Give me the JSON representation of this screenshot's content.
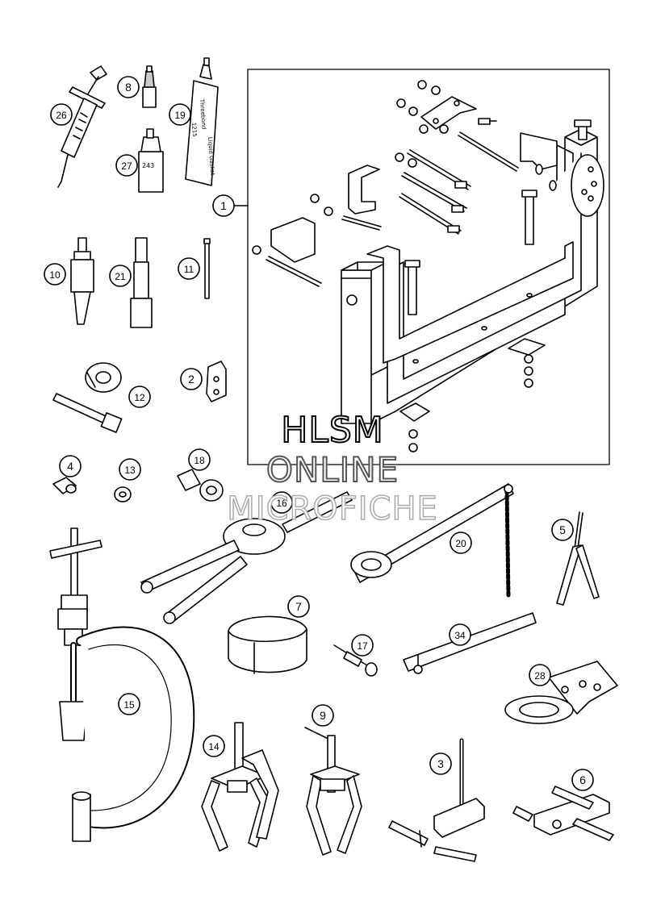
{
  "watermark": {
    "line1": "HLSM",
    "line2": "ONLINE",
    "line3": "MICROFICHE"
  },
  "callouts": [
    "1",
    "2",
    "3",
    "4",
    "5",
    "6",
    "7",
    "8",
    "9",
    "10",
    "11",
    "12",
    "13",
    "14",
    "15",
    "16",
    "17",
    "18",
    "19",
    "20",
    "21",
    "26",
    "27",
    "28",
    "34"
  ],
  "tube_label": {
    "line1": "Threebond",
    "line2": "1215",
    "line3": "Liquid Gasket"
  },
  "bottle_label": "243",
  "colors": {
    "line": "#000000",
    "fill": "#ffffff",
    "shade": "#dddddd"
  }
}
